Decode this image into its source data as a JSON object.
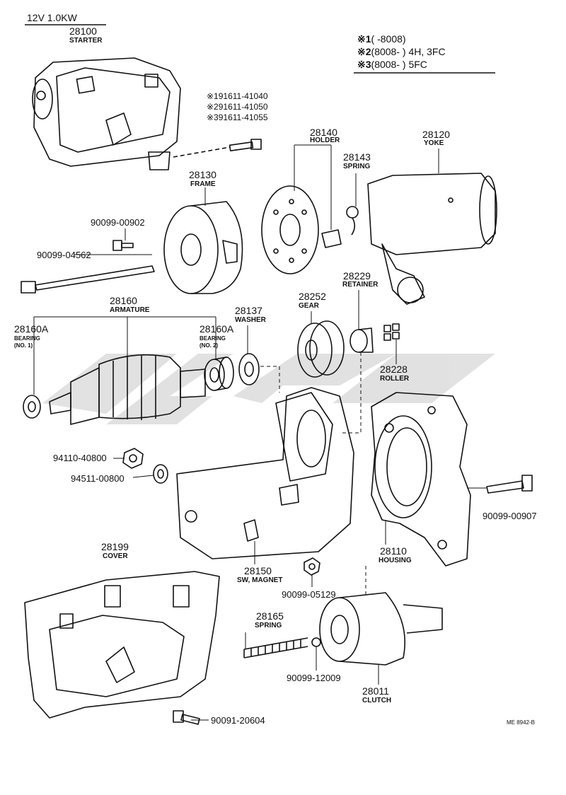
{
  "header": {
    "spec": "12V 1.0KW"
  },
  "notes": [
    {
      "mark": "※1",
      "text": "(      -8008)"
    },
    {
      "mark": "※2",
      "text": "(8008-        ) 4H, 3FC"
    },
    {
      "mark": "※3",
      "text": "(8008-        ) 5FC"
    }
  ],
  "bolt_variants": [
    "※191611-41040",
    "※291611-41050",
    "※391611-41055"
  ],
  "parts": {
    "p28100": {
      "num": "28100",
      "name": "STARTER"
    },
    "p28140": {
      "num": "28140",
      "name": "HOLDER"
    },
    "p28143": {
      "num": "28143",
      "name": "SPRING"
    },
    "p28120": {
      "num": "28120",
      "name": "YOKE"
    },
    "p28130": {
      "num": "28130",
      "name": "FRAME"
    },
    "p90099_00902": {
      "num": "90099-00902"
    },
    "p90099_04562": {
      "num": "90099-04562"
    },
    "p28229": {
      "num": "28229",
      "name": "RETAINER"
    },
    "p28160": {
      "num": "28160",
      "name": "ARMATURE"
    },
    "p28160A_1": {
      "num": "28160A",
      "name": "BEARING",
      "name2": "(NO. 1)"
    },
    "p28160A_2": {
      "num": "28160A",
      "name": "BEARING",
      "name2": "(NO. 2)"
    },
    "p28137": {
      "num": "28137",
      "name": "WASHER"
    },
    "p28252": {
      "num": "28252",
      "name": "GEAR"
    },
    "p28228": {
      "num": "28228",
      "name": "ROLLER"
    },
    "p94110_40800": {
      "num": "94110-40800"
    },
    "p94511_00800": {
      "num": "94511-00800"
    },
    "p90099_00907": {
      "num": "90099-00907"
    },
    "p28110": {
      "num": "28110",
      "name": "HOUSING"
    },
    "p28199": {
      "num": "28199",
      "name": "COVER"
    },
    "p28150": {
      "num": "28150",
      "name": "SW, MAGNET"
    },
    "p90099_05129": {
      "num": "90099-05129"
    },
    "p28165": {
      "num": "28165",
      "name": "SPRING"
    },
    "p90099_12009": {
      "num": "90099-12009"
    },
    "p28011": {
      "num": "28011",
      "name": "CLUTCH"
    },
    "p90091_20604": {
      "num": "90091-20604"
    }
  },
  "footer": {
    "code": "ME 8942-B"
  }
}
